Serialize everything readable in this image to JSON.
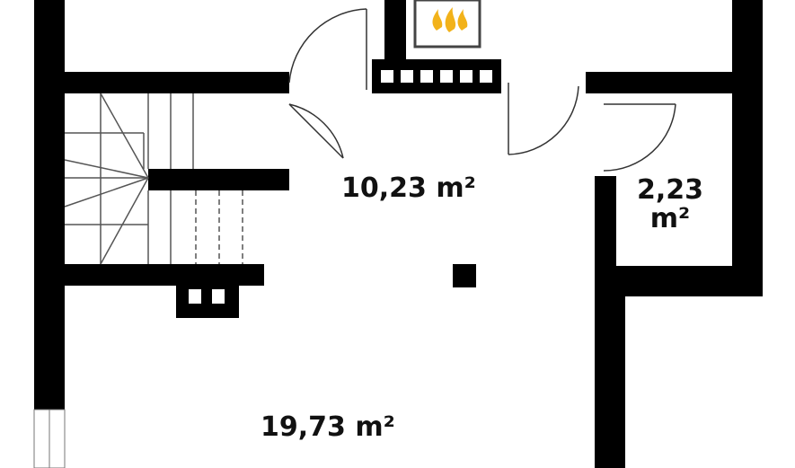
{
  "rooms": [
    {
      "id": "hall",
      "area": "10,23 m²"
    },
    {
      "id": "bath-small",
      "area_line1": "2,23",
      "area_line2": "m²"
    },
    {
      "id": "living",
      "area": "19,73 m²"
    }
  ],
  "icons": {
    "fireplace_flame": "flame-icon",
    "wall_color": "#000000",
    "flame_color": "#f2b21a",
    "floor_color": "#ffffff"
  }
}
